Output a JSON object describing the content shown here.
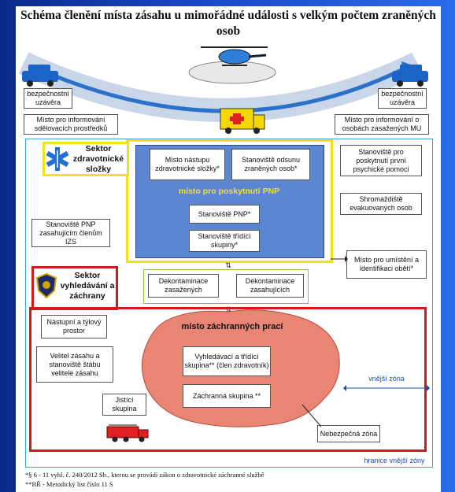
{
  "title": "Schéma členění místa zásahu u mimořádné události s velkým počtem zraněných osob",
  "top": {
    "left_closure": "bezpečnostní uzávěra",
    "right_closure": "bezpečnostní uzávěra",
    "left_info": "Místo pro informování sdělovacích prostředků",
    "right_info": "Místo pro informování o osobách zasažených MU"
  },
  "health_sector": {
    "label": "Sektor zdravotnické složky",
    "area_title": "místo pro poskytnutí PNP",
    "boxes": [
      "Místo nástupu zdravotnické složky*",
      "Stanoviště odsunu zraněných osob*",
      "Stanoviště PNP*",
      "Stanoviště třídící skupiny*"
    ]
  },
  "right_side": [
    "Stanoviště pro poskytnutí první psychické pomoci",
    "Shromaždiště evakuovaných osob",
    "Místo pro umístění a identifikaci obětí*"
  ],
  "left_side": {
    "pnp_ids": "Stanoviště PNP zasahujícím členům IZS"
  },
  "decon": [
    "Dekontaminace zasažených",
    "Dekontaminace zasahujících"
  ],
  "rescue_sector": {
    "label": "Sektor vyhledávání a záchrany",
    "area_title": "místo záchranných prací",
    "left_boxes": [
      "Nástupní a týlový prostor",
      "Velitel zásahu a stanoviště štábu velitele zásahu",
      "Jistící skupina"
    ],
    "inner_boxes": [
      "Vyhledávací a třídící skupina** (člen zdravotník)",
      "Záchranná skupina **"
    ],
    "danger_zone": "Nebezpečná zóna",
    "outer_zone": "vnější zóna",
    "outer_boundary": "hranice vnější zóny"
  },
  "footnotes": [
    "*§ 6 - 11 vyhl. č. 240/2012 Sb., kterou se provádí zákon o zdravotnické záchranné službě",
    "**BŘ - Metodický list číslo 11 S"
  ],
  "colors": {
    "health_yellow": "#f2e21a",
    "pnp_blue": "#5b87d2",
    "rescue_red": "#d21a1a",
    "blob_red": "#e98574",
    "decon_green": "#8bc34a",
    "outer_blue": "#3aa0e0"
  }
}
